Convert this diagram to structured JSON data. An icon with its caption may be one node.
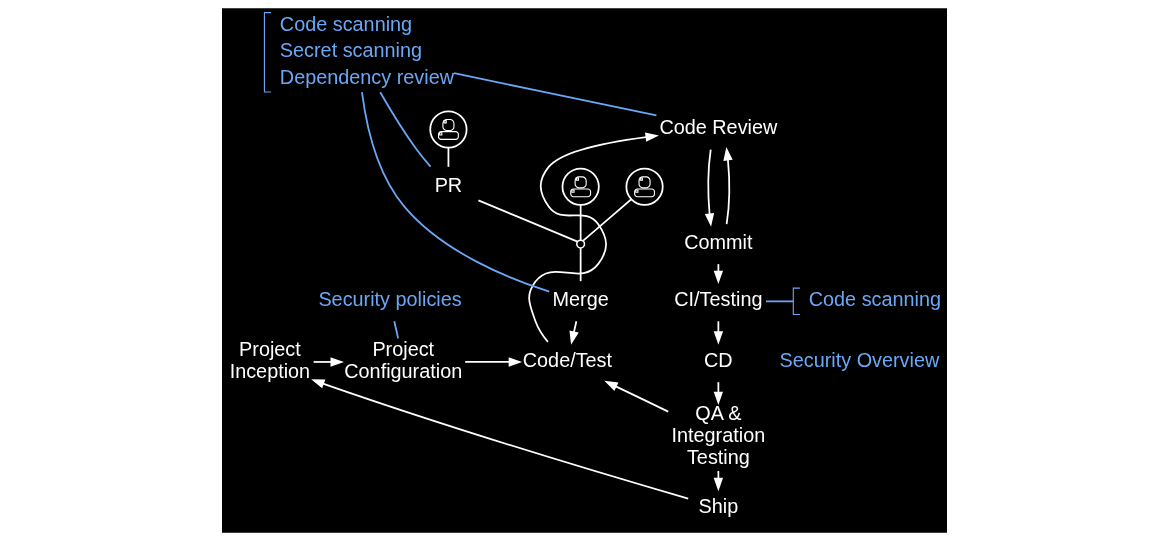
{
  "diagram": {
    "nodes": [
      {
        "text": [],
        "shape": "person"
      },
      {
        "text": [],
        "shape": "person"
      },
      {
        "text": [],
        "shape": "person"
      },
      {
        "text": [
          "Code Review"
        ]
      },
      {
        "text": [
          "Code scanning",
          "Secret scanning",
          "Dependency review"
        ]
      },
      {
        "text": [
          "PR"
        ]
      },
      {
        "text": [],
        "shape": "circle"
      },
      {
        "text": [
          "Commit"
        ]
      },
      {
        "text": [
          "Security policies"
        ]
      },
      {
        "text": [
          "Merge"
        ]
      },
      {
        "text": [
          "CI/Testing"
        ]
      },
      {
        "text": [
          "Code scanning"
        ]
      },
      {
        "text": [
          "Project Inception"
        ]
      },
      {
        "text": [
          "Project Configuration"
        ]
      },
      {
        "text": [
          "Code/Test"
        ]
      },
      {
        "text": [
          "CD"
        ]
      },
      {
        "text": [
          "Ship"
        ]
      },
      {
        "text": [
          "QA & Integration Testing"
        ]
      }
    ],
    "edges": [
      {
        "from": 12,
        "to": 13,
        "arrow": "to"
      },
      {
        "from": 13,
        "to": 14,
        "arrow": "to"
      },
      {
        "from": 8,
        "to": 13,
        "arrow": "none",
        "color": "#6aa8f7"
      },
      {
        "from": 0,
        "to": 6,
        "arrow": "none"
      },
      {
        "from": 1,
        "to": 5,
        "arrow": "none"
      },
      {
        "from": 5,
        "to": 6,
        "arrow": "none"
      },
      {
        "from": 2,
        "to": 6,
        "arrow": "none"
      },
      {
        "from": 6,
        "to": 9,
        "arrow": "none"
      },
      {
        "from": 9,
        "to": 14,
        "arrow": "to"
      },
      {
        "from": 14,
        "to": 3,
        "arrow": "to"
      },
      {
        "from": 7,
        "to": 3,
        "arrow": "to"
      },
      {
        "from": 3,
        "to": 7,
        "arrow": "to"
      },
      {
        "from": 7,
        "to": 10,
        "arrow": "to"
      },
      {
        "from": 10,
        "to": 15,
        "arrow": "to"
      },
      {
        "from": 15,
        "to": 17,
        "arrow": "to"
      },
      {
        "from": 17,
        "to": 14,
        "arrow": "to"
      },
      {
        "from": 17,
        "to": 16,
        "arrow": "to"
      },
      {
        "from": 16,
        "to": 12,
        "arrow": "to"
      },
      {
        "from": 5,
        "to": 4,
        "arrow": "none",
        "color": "#6aa8f7"
      },
      {
        "from": 9,
        "to": 4,
        "arrow": "none",
        "color": "#6aa8f7"
      },
      {
        "from": 3,
        "to": 4,
        "arrow": "none",
        "color": "#6aa8f7"
      },
      {
        "from": 10,
        "to": 11,
        "arrow": "none",
        "color": "#6aa8f7"
      }
    ],
    "labels": [
      "Security Overview"
    ]
  }
}
